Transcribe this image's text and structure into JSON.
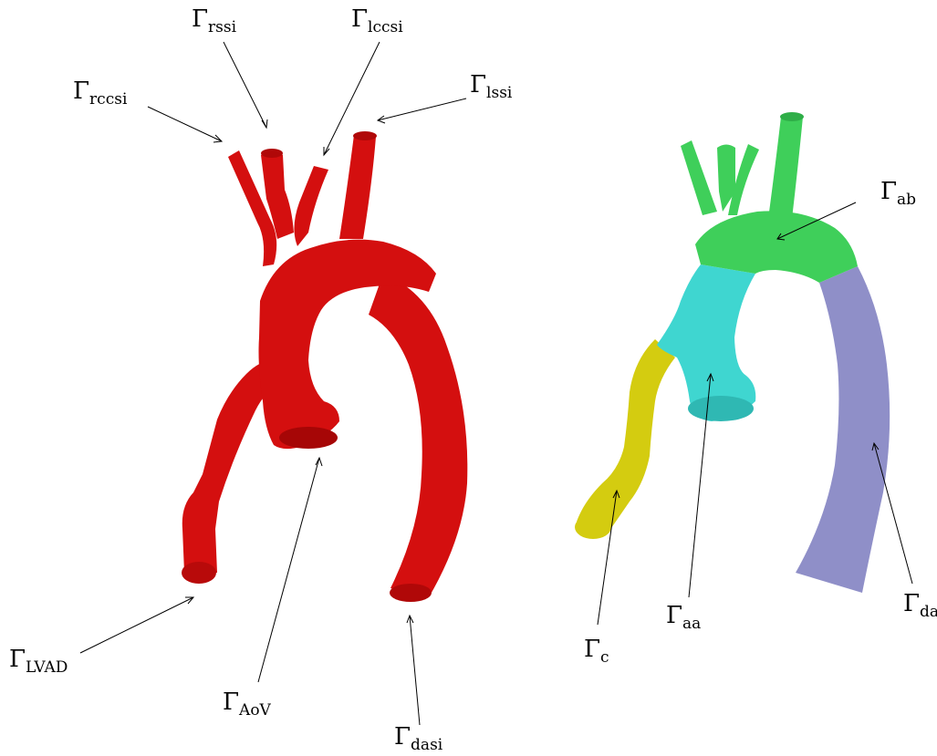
{
  "left_model": {
    "color": "#d40f0f",
    "labels": {
      "rccsi": {
        "base": "Γ",
        "sub": "rccsi"
      },
      "rssi": {
        "base": "Γ",
        "sub": "rssi"
      },
      "lccsi": {
        "base": "Γ",
        "sub": "lccsi"
      },
      "lssi": {
        "base": "Γ",
        "sub": "lssi"
      },
      "lvad": {
        "base": "Γ",
        "sub": "LVAD"
      },
      "aov": {
        "base": "Γ",
        "sub": "AoV"
      },
      "dasi": {
        "base": "Γ",
        "sub": "dasi"
      }
    }
  },
  "right_model": {
    "colors": {
      "ab": "#3fcf5a",
      "aa": "#3fd6d0",
      "c": "#d4cc10",
      "da": "#8f8fc8"
    },
    "labels": {
      "ab": {
        "base": "Γ",
        "sub": "ab"
      },
      "aa": {
        "base": "Γ",
        "sub": "aa"
      },
      "c": {
        "base": "Γ",
        "sub": "c"
      },
      "da": {
        "base": "Γ",
        "sub": "da"
      }
    }
  }
}
